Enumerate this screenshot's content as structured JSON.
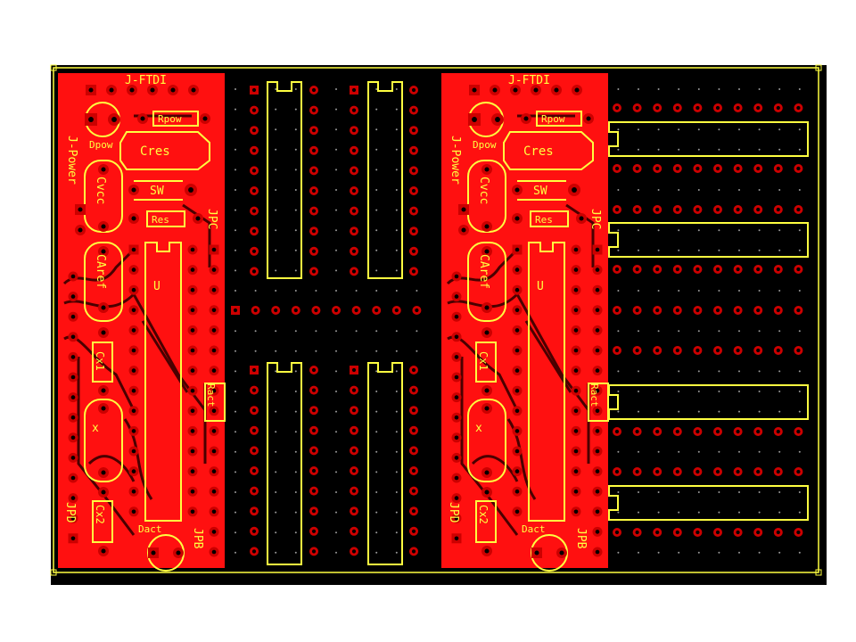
{
  "colors": {
    "background": "#ffffff",
    "board": "#000000",
    "copper": "#ff1010",
    "silk": "#ffff40",
    "pad": "#cc0000",
    "hole": "#000000",
    "dot": "#9a9a9a"
  },
  "modules": [
    {
      "id": "left",
      "labels": {
        "ftdi": "J-FTDI",
        "rpow": "Rpow",
        "dpow": "Dpow",
        "cres": "Cres",
        "jpower": "J-Power",
        "cvcc": "Cvcc",
        "sw": "SW",
        "res": "Res",
        "jpc": "JPC",
        "caref": "CAref",
        "u": "U",
        "cx1": "Cx1",
        "ract": "Ract",
        "x": "x",
        "jpd": "JPD",
        "cx2": "Cx2",
        "dact": "Dact",
        "jpb": "JPB"
      }
    },
    {
      "id": "right",
      "labels": {
        "ftdi": "J-FTDI",
        "rpow": "Rpow",
        "dpow": "Dpow",
        "cres": "Cres",
        "jpower": "J-Power",
        "cvcc": "Cvcc",
        "sw": "SW",
        "res": "Res",
        "jpc": "JPC",
        "caref": "CAref",
        "u": "U",
        "cx1": "Cx1",
        "ract": "Ract",
        "x": "x",
        "jpd": "JPD",
        "cx2": "Cx2",
        "dact": "Dact",
        "jpb": "JPB"
      }
    }
  ]
}
